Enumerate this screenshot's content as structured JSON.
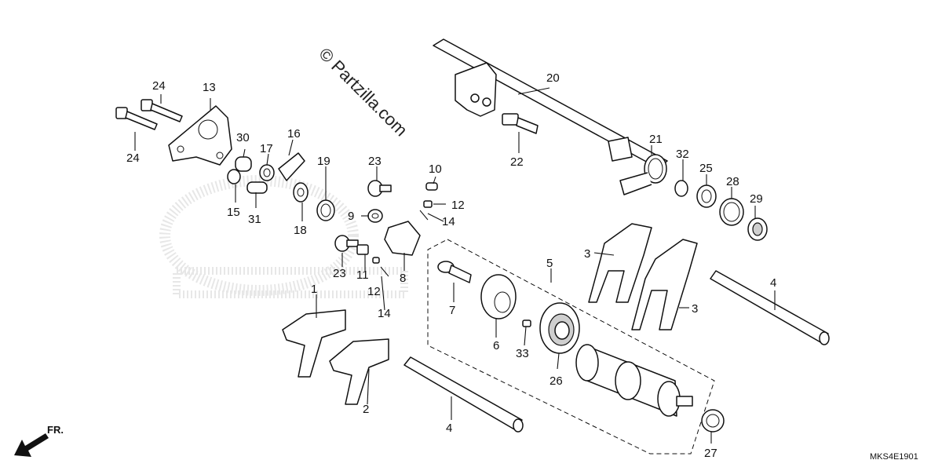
{
  "watermark": "© Partzilla.com",
  "diagram_code": "MKS4E1901",
  "front_indicator": "FR.",
  "callouts": [
    {
      "id": "c1",
      "text": "1"
    },
    {
      "id": "c2",
      "text": "2"
    },
    {
      "id": "c3a",
      "text": "3"
    },
    {
      "id": "c3b",
      "text": "3"
    },
    {
      "id": "c4a",
      "text": "4"
    },
    {
      "id": "c4b",
      "text": "4"
    },
    {
      "id": "c5",
      "text": "5"
    },
    {
      "id": "c6",
      "text": "6"
    },
    {
      "id": "c7",
      "text": "7"
    },
    {
      "id": "c8",
      "text": "8"
    },
    {
      "id": "c9",
      "text": "9"
    },
    {
      "id": "c10",
      "text": "10"
    },
    {
      "id": "c11",
      "text": "11"
    },
    {
      "id": "c12a",
      "text": "12"
    },
    {
      "id": "c12b",
      "text": "12"
    },
    {
      "id": "c13",
      "text": "13"
    },
    {
      "id": "c14a",
      "text": "14"
    },
    {
      "id": "c14b",
      "text": "14"
    },
    {
      "id": "c15",
      "text": "15"
    },
    {
      "id": "c16",
      "text": "16"
    },
    {
      "id": "c17",
      "text": "17"
    },
    {
      "id": "c18",
      "text": "18"
    },
    {
      "id": "c19",
      "text": "19"
    },
    {
      "id": "c20",
      "text": "20"
    },
    {
      "id": "c21",
      "text": "21"
    },
    {
      "id": "c22",
      "text": "22"
    },
    {
      "id": "c23a",
      "text": "23"
    },
    {
      "id": "c23b",
      "text": "23"
    },
    {
      "id": "c24a",
      "text": "24"
    },
    {
      "id": "c24b",
      "text": "24"
    },
    {
      "id": "c25",
      "text": "25"
    },
    {
      "id": "c26",
      "text": "26"
    },
    {
      "id": "c27",
      "text": "27"
    },
    {
      "id": "c28",
      "text": "28"
    },
    {
      "id": "c29",
      "text": "29"
    },
    {
      "id": "c30",
      "text": "30"
    },
    {
      "id": "c31",
      "text": "31"
    },
    {
      "id": "c32",
      "text": "32"
    },
    {
      "id": "c33",
      "text": "33"
    }
  ],
  "colors": {
    "line": "#111111",
    "shade": "#cfcfcf",
    "background": "#ffffff"
  }
}
